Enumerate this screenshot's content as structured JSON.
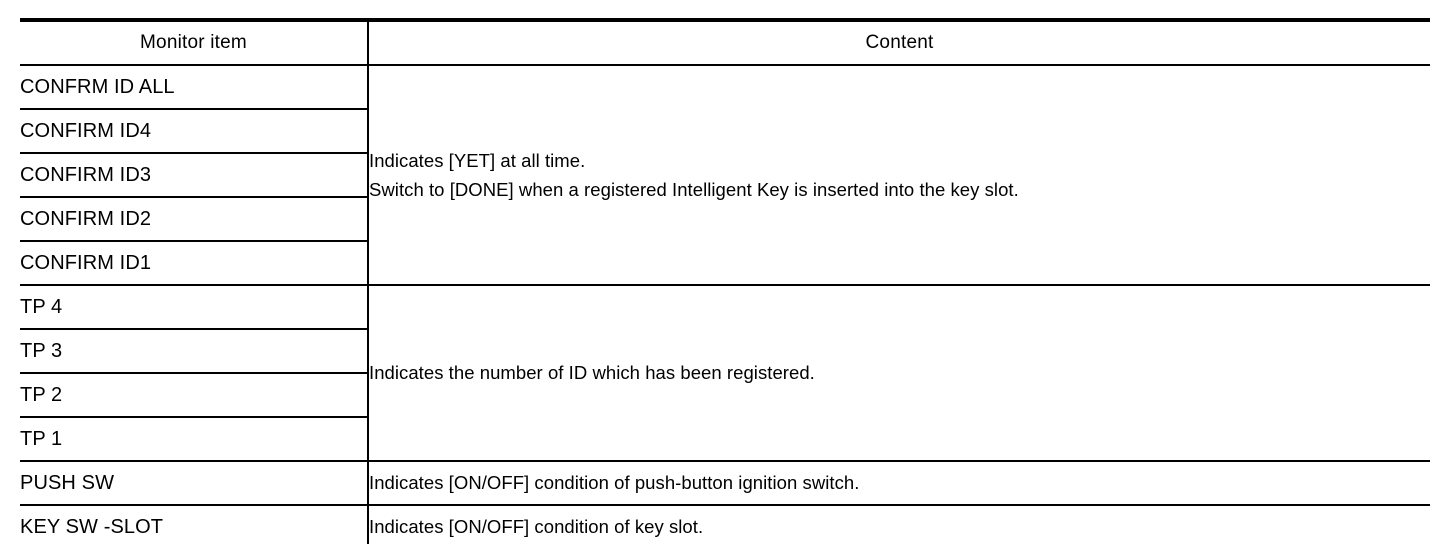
{
  "table": {
    "headers": {
      "monitor_item": "Monitor item",
      "content": "Content"
    },
    "groups": [
      {
        "id": "confirm-id-group",
        "items": [
          "CONFRM ID ALL",
          "CONFIRM ID4",
          "CONFIRM ID3",
          "CONFIRM ID2",
          "CONFIRM ID1"
        ],
        "content_lines": [
          "Indicates [YET] at all time.",
          "Switch to [DONE] when a registered Intelligent Key is inserted into the key slot."
        ]
      },
      {
        "id": "tp-group",
        "items": [
          "TP 4",
          "TP 3",
          "TP 2",
          "TP 1"
        ],
        "content_lines": [
          "Indicates the number of ID which has been registered."
        ]
      },
      {
        "id": "push-sw-group",
        "items": [
          "PUSH SW"
        ],
        "content_lines": [
          "Indicates [ON/OFF] condition of push-button ignition switch."
        ]
      },
      {
        "id": "key-sw-slot-group",
        "items": [
          "KEY SW -SLOT"
        ],
        "content_lines": [
          "Indicates [ON/OFF] condition of key slot."
        ]
      }
    ]
  },
  "colors": {
    "rule": "#000000",
    "text": "#000000",
    "background": "#ffffff"
  }
}
